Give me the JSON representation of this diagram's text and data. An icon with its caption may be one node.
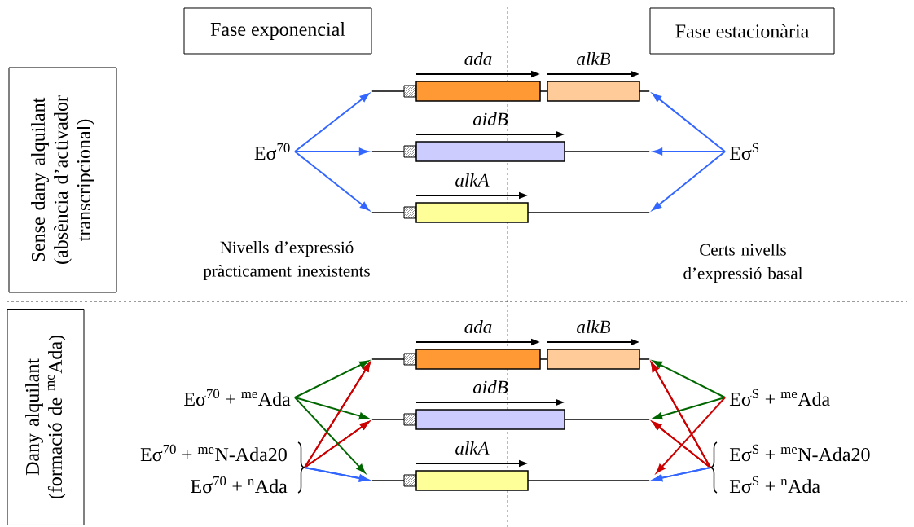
{
  "diagram": {
    "nodes": [
      {
        "text": [
          "Fase exponencial"
        ]
      },
      {
        "text": [
          "Fase estacionària"
        ]
      },
      {
        "text": [
          "Sense dany alquilant (absència d’activador transcripcional)"
        ]
      },
      {
        "text": [
          "Eσ$^{70}$"
        ]
      },
      {
        "text": [],
        "shape": "line"
      },
      {
        "text": [
          "ada"
        ]
      },
      {
        "text": [
          "alkB"
        ]
      },
      {
        "text": [],
        "shape": "line"
      },
      {
        "text": [
          "aidB"
        ]
      },
      {
        "text": [],
        "shape": "line"
      },
      {
        "text": [
          "alkA"
        ]
      },
      {
        "text": [
          "Eσ$^{S}$"
        ]
      },
      {
        "text": [
          "Dany alquilant (formació de $^{me}$Ada)"
        ]
      },
      {
        "text": [
          "Eσ$^{70}$ + $^{me}$Ada"
        ]
      },
      {
        "text": [],
        "shape": "line"
      },
      {
        "text": [
          "ada"
        ]
      },
      {
        "text": [
          "alkB"
        ]
      },
      {
        "text": [],
        "shape": "line"
      },
      {
        "text": [
          "aidB"
        ]
      },
      {
        "text": [
          "Eσ$^{S}$ + $^{me}$Ada"
        ]
      },
      {
        "text": [
          "Eσ$^{70}$ + $^{me}$N-Ada20"
        ]
      },
      {
        "text": [
          "Eσ$^{S}$ + $^{me}$N-Ada20"
        ]
      },
      {
        "text": [],
        "shape": "line"
      },
      {
        "text": [
          "alkA"
        ]
      },
      {
        "text": [
          "Eσ$^{70}$ + $^{n}$Ada"
        ]
      },
      {
        "text": [
          "Eσ$^{S}$ + $^{n}$Ada"
        ]
      }
    ],
    "edges": [
      {
        "from": 3,
        "to": 4,
        "arrow": "to"
      },
      {
        "from": 3,
        "to": 7,
        "arrow": "to"
      },
      {
        "from": 3,
        "to": 9,
        "arrow": "to"
      },
      {
        "from": 11,
        "to": 4,
        "arrow": "to"
      },
      {
        "from": 11,
        "to": 7,
        "arrow": "to"
      },
      {
        "from": 11,
        "to": 9,
        "arrow": "to"
      },
      {
        "from": 13,
        "to": 14,
        "arrow": "to",
        "color": "#006600"
      },
      {
        "from": 13,
        "to": 17,
        "arrow": "to",
        "color": "#006600"
      },
      {
        "from": 13,
        "to": 22,
        "arrow": "to",
        "color": "#006600"
      },
      {
        "from": 20,
        "to": 14,
        "arrow": "to",
        "color": "#cc0000"
      },
      {
        "from": 24,
        "to": 14,
        "arrow": "to",
        "color": "#cc0000"
      },
      {
        "from": 20,
        "to": 17,
        "arrow": "to",
        "color": "#cc0000"
      },
      {
        "from": 24,
        "to": 17,
        "arrow": "to",
        "color": "#cc0000"
      },
      {
        "from": 20,
        "to": 22,
        "arrow": "to"
      },
      {
        "from": 24,
        "to": 22,
        "arrow": "to"
      },
      {
        "from": 19,
        "to": 14,
        "arrow": "to",
        "color": "#006600"
      },
      {
        "from": 19,
        "to": 17,
        "arrow": "to",
        "color": "#006600"
      },
      {
        "from": 19,
        "to": 22,
        "arrow": "to",
        "color": "#cc0000"
      },
      {
        "from": 21,
        "to": 14,
        "arrow": "to",
        "color": "#cc0000"
      },
      {
        "from": 25,
        "to": 14,
        "arrow": "to",
        "color": "#cc0000"
      },
      {
        "from": 21,
        "to": 17,
        "arrow": "to",
        "color": "#cc0000"
      },
      {
        "from": 25,
        "to": 17,
        "arrow": "to",
        "color": "#cc0000"
      },
      {
        "from": 21,
        "to": 22,
        "arrow": "to"
      },
      {
        "from": 25,
        "to": 22,
        "arrow": "to"
      }
    ],
    "labels": [
      "Nivells d’expressió pràcticament inexistents",
      "Certs nivells d’expressió basal"
    ]
  }
}
